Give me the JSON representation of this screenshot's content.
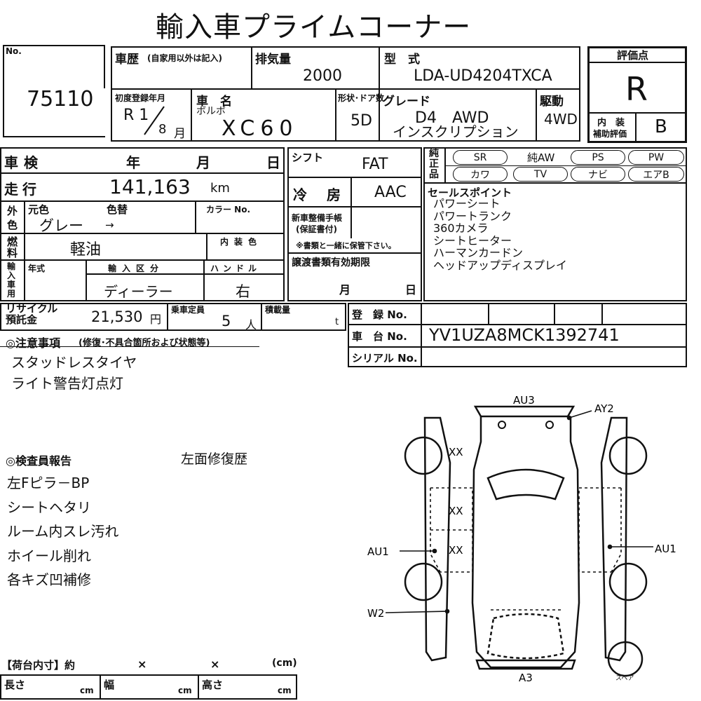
{
  "title": "輸入車プライムコーナー",
  "no": {
    "label": "No.",
    "value": "75110"
  },
  "history": {
    "label": "車歴",
    "note": "(自家用以外は記入)"
  },
  "displacement": {
    "label": "排気量",
    "value": "2000"
  },
  "model": {
    "label": "型　式",
    "value": "LDA-UD4204TXCA"
  },
  "score": {
    "label": "評価点",
    "value": "R",
    "interior_label_1": "内　装",
    "interior_label_2": "補助評価",
    "interior_value": "B"
  },
  "first_reg": {
    "label": "初度登録年月",
    "era_year": "R 1",
    "month": "8",
    "month_unit": "月"
  },
  "car_name": {
    "label": "車　名",
    "maker": "ボルボ",
    "value": "XC60"
  },
  "shape_door": {
    "label": "形状･ドア数",
    "value": "5D"
  },
  "grade": {
    "label": "グレード",
    "line1": "D4　AWD",
    "line2": "インスクリプション"
  },
  "drive": {
    "label": "駆動",
    "value": "4WD"
  },
  "shaken": {
    "label": "車検",
    "year": "年",
    "month": "月",
    "day": "日"
  },
  "shift": {
    "label": "シフト",
    "value": "FAT"
  },
  "mileage": {
    "label": "走行",
    "value": "141,163",
    "unit": "km"
  },
  "ac": {
    "label": "冷　房",
    "value": "AAC"
  },
  "color": {
    "side1": "外",
    "side2": "色",
    "orig_label": "元色",
    "change_label": "色替",
    "code_label": "カラー No.",
    "value": "グレー",
    "arrow": "→"
  },
  "fuel": {
    "side1": "燃",
    "side2": "料",
    "value": "軽油",
    "interior_color_label": "内装色"
  },
  "import": {
    "side": [
      "輸",
      "入",
      "車",
      "用"
    ],
    "year_label": "年式",
    "class_label": "輸入区分",
    "class_value": "ディーラー",
    "handle_label": "ハンドル",
    "handle_value": "右"
  },
  "manual": {
    "label1": "新車整備手帳",
    "label2": "(保証書付)",
    "note": "※書類と一緒に保管下さい。"
  },
  "transfer": {
    "label": "譲渡書類有効期限",
    "month": "月",
    "day": "日"
  },
  "equip": {
    "side": [
      "純",
      "正",
      "品"
    ],
    "items": [
      "SR",
      "純AW",
      "PS",
      "PW",
      "カワ",
      "TV",
      "ナビ",
      "エアB"
    ]
  },
  "sales": {
    "label": "セールスポイント",
    "points": [
      "パワーシート",
      "パワートランク",
      "360カメラ",
      "シートヒーター",
      "ハーマンカードン",
      "ヘッドアップディスプレイ"
    ]
  },
  "recycle": {
    "label1": "リサイクル",
    "label2": "預託金",
    "value": "21,530",
    "unit": "円"
  },
  "capacity": {
    "label": "乗車定員",
    "value": "5",
    "unit": "人"
  },
  "load": {
    "label": "積載量",
    "unit": "t"
  },
  "registration": {
    "label": "登　録 No."
  },
  "chassis": {
    "label": "車　台 No.",
    "value": "YV1UZA8MCK1392741"
  },
  "serial": {
    "label": "シリアル No."
  },
  "notes": {
    "label": "◎注意事項",
    "sub": "(修復･不具合箇所および状態等)",
    "items": [
      "スタッドレスタイヤ",
      "ライト警告灯点灯"
    ]
  },
  "inspector": {
    "label": "◎検査員報告",
    "side": "左面修復歴",
    "items": [
      "左Fピラ－BP",
      "シートヘタリ",
      "ルーム内スレ汚れ",
      "ホイール削れ",
      "各キズ凹補修"
    ]
  },
  "diagram": {
    "marks": {
      "au3": "AU3",
      "ay2": "AY2",
      "xx1": "XX",
      "xx2": "XX",
      "xx3": "XX",
      "au1_left": "AU1",
      "au1_right": "AU1",
      "w2": "W2",
      "a3": "A3",
      "spare": "スペア"
    }
  },
  "cargo": {
    "label": "【荷台内寸】約",
    "x1": "×",
    "x2": "×",
    "unit": "(cm)",
    "length": "長さ",
    "width": "幅",
    "height": "高さ",
    "cm": "cm"
  }
}
